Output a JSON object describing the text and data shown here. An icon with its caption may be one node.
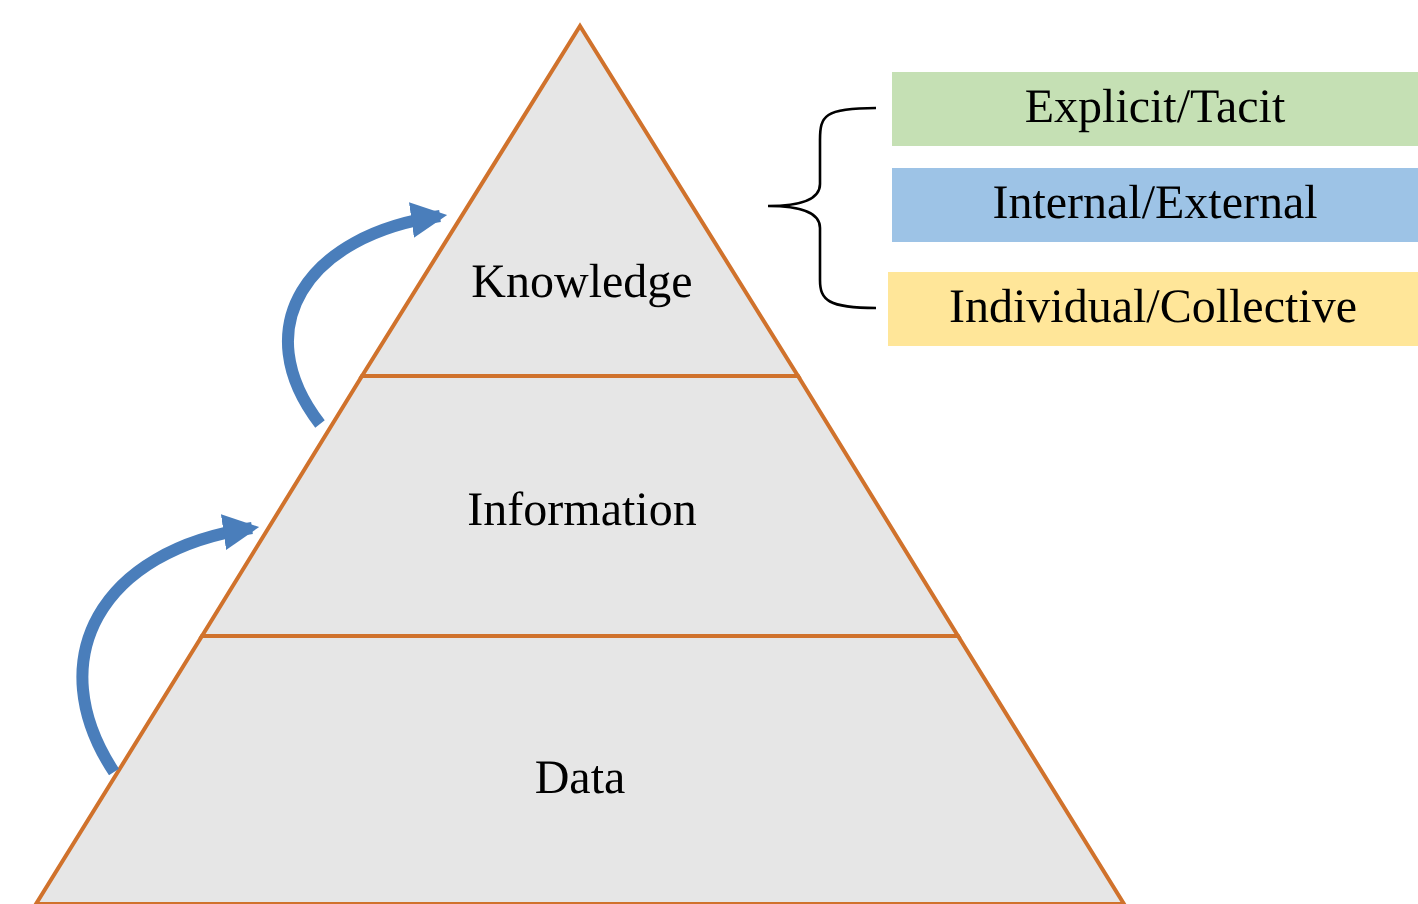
{
  "diagram": {
    "nodes": [
      {
        "text": [
          "Knowledge"
        ]
      },
      {
        "text": [
          "Information"
        ]
      },
      {
        "text": [
          "Data"
        ]
      },
      {
        "text": [
          "Explicit/Tacit"
        ]
      },
      {
        "text": [
          "Internal/External"
        ]
      },
      {
        "text": [
          "Individual/Collective"
        ]
      }
    ],
    "edges": [
      {
        "from": 2,
        "to": 1,
        "arrow": "to"
      },
      {
        "from": 1,
        "to": 0,
        "arrow": "to"
      }
    ]
  }
}
